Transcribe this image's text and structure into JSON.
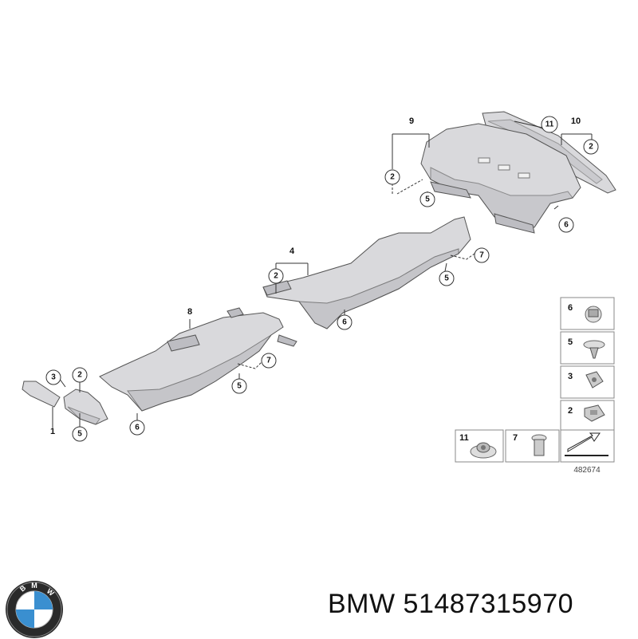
{
  "figure_number": "482674",
  "caption": "BMW 51487315970",
  "logo_text": "BMW",
  "callouts": [
    "1",
    "2",
    "3",
    "4",
    "5",
    "6",
    "7",
    "8",
    "9",
    "10",
    "11"
  ],
  "legend_items": [
    "6",
    "5",
    "3",
    "2",
    "11",
    "7"
  ]
}
